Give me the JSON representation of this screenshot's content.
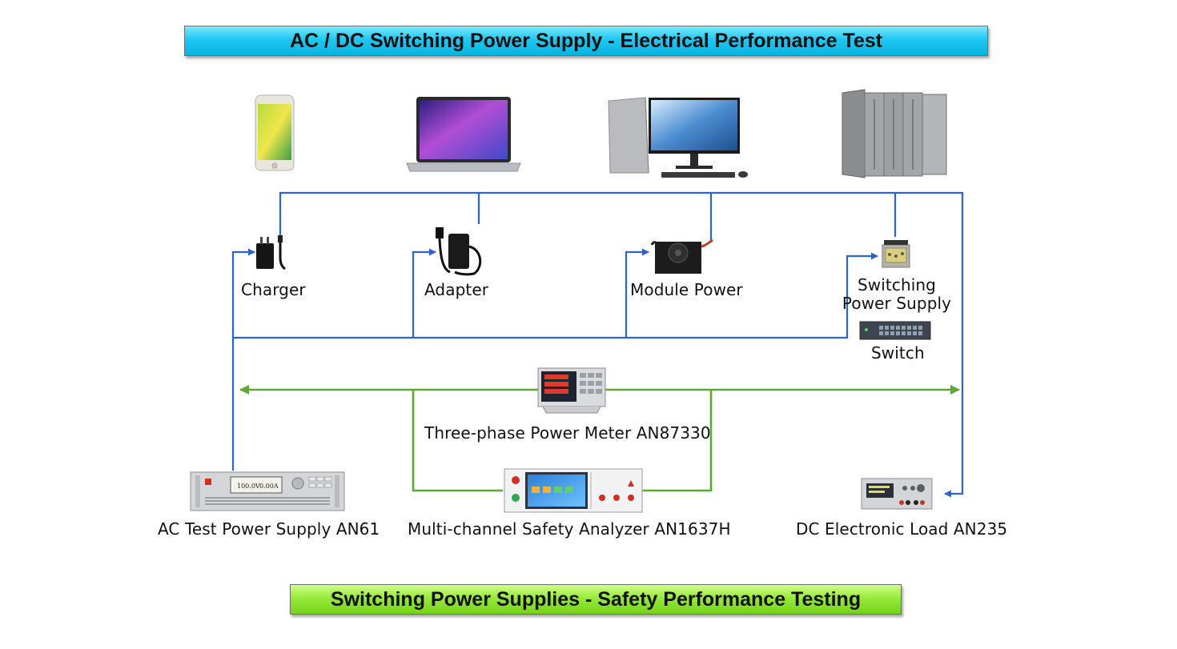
{
  "banners": {
    "top": "AC / DC Switching Power Supply - Electrical Performance Test",
    "bottom": "Switching Power Supplies - Safety Performance Testing"
  },
  "devices_under_test": {
    "charger": "Charger",
    "adapter": "Adapter",
    "module_power": "Module Power",
    "switching_power_supply_line1": "Switching",
    "switching_power_supply_line2": "Power Supply",
    "switch": "Switch"
  },
  "instruments": {
    "power_meter": "Three-phase Power Meter AN87330",
    "ac_power_supply": "AC Test Power Supply AN61",
    "safety_analyzer": "Multi-channel Safety Analyzer AN1637H",
    "dc_load": "DC Electronic Load AN235"
  },
  "colors": {
    "banner_top": "#1ec8f2",
    "banner_bottom": "#8ee334",
    "wire_blue": "#2f63c8",
    "wire_green": "#5aaa32"
  },
  "icons": [
    "smartphone-icon",
    "laptop-icon",
    "desktop-computer-icon",
    "server-rack-icon",
    "charger-icon",
    "adapter-icon",
    "module-power-icon",
    "switching-power-supply-icon",
    "network-switch-icon",
    "power-meter-icon",
    "ac-power-supply-icon",
    "safety-analyzer-icon",
    "dc-load-icon"
  ]
}
